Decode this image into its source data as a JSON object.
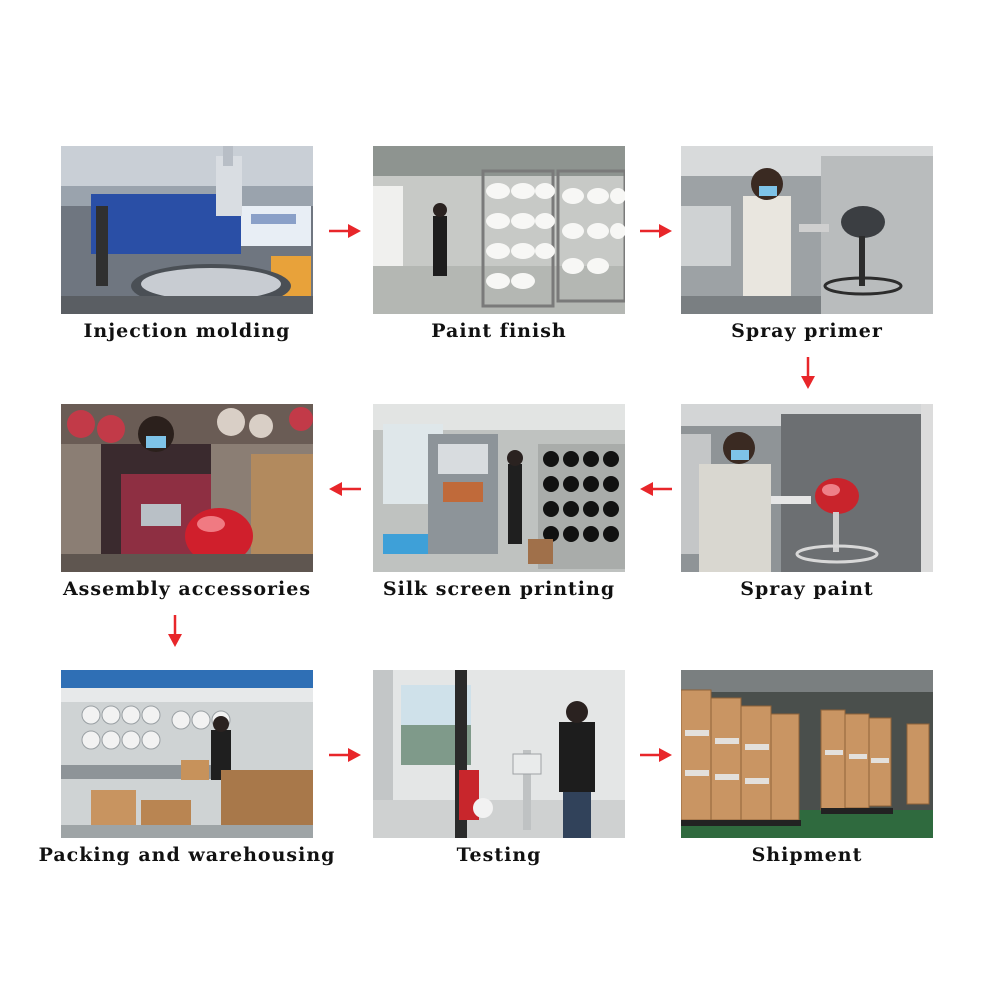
{
  "arrow_color": "#e8262a",
  "steps": [
    {
      "id": "injection-molding",
      "label": "Injection molding"
    },
    {
      "id": "paint-finish",
      "label": "Paint finish"
    },
    {
      "id": "spray-primer",
      "label": "Spray primer"
    },
    {
      "id": "spray-paint",
      "label": "Spray paint"
    },
    {
      "id": "silk-screen-printing",
      "label": "Silk screen printing"
    },
    {
      "id": "assembly-accessories",
      "label": "Assembly accessories"
    },
    {
      "id": "packing-and-warehousing",
      "label": "Packing and warehousing"
    },
    {
      "id": "testing",
      "label": "Testing"
    },
    {
      "id": "shipment",
      "label": "Shipment"
    }
  ],
  "flow": [
    {
      "from": "injection-molding",
      "to": "paint-finish",
      "direction": "right"
    },
    {
      "from": "paint-finish",
      "to": "spray-primer",
      "direction": "right"
    },
    {
      "from": "spray-primer",
      "to": "spray-paint",
      "direction": "down"
    },
    {
      "from": "spray-paint",
      "to": "silk-screen-printing",
      "direction": "left"
    },
    {
      "from": "silk-screen-printing",
      "to": "assembly-accessories",
      "direction": "left"
    },
    {
      "from": "assembly-accessories",
      "to": "packing-and-warehousing",
      "direction": "down"
    },
    {
      "from": "packing-and-warehousing",
      "to": "testing",
      "direction": "right"
    },
    {
      "from": "testing",
      "to": "shipment",
      "direction": "right"
    }
  ]
}
